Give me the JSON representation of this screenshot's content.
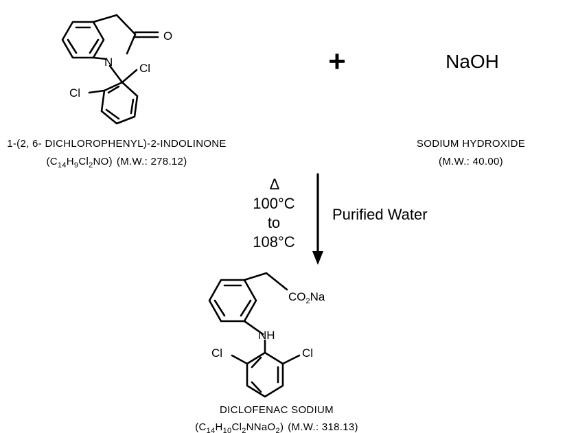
{
  "reactant1": {
    "atoms": {
      "oxygen": "O",
      "nitrogen": "N",
      "chlorine_top": "Cl",
      "chlorine_left": "Cl"
    },
    "name": "1-(2, 6- DICHLOROPHENYL)-2-INDOLINONE",
    "formula": {
      "open": "(C",
      "n1": "14",
      "h": "H",
      "n2": "9",
      "cl": "Cl",
      "n3": "2",
      "rest": "NO)",
      "mw": "(M.W.: 278.12)"
    }
  },
  "plus": "+",
  "reactant2": {
    "formula_text": "NaOH",
    "name": "SODIUM HYDROXIDE",
    "mw": "(M.W.: 40.00)"
  },
  "conditions": {
    "heat_symbol": "Δ",
    "temp_low": "100°C",
    "to": "to",
    "temp_high": "108°C",
    "solvent": "Purified Water"
  },
  "product": {
    "atoms": {
      "carboxylate_co": "CO",
      "co_sub": "2",
      "carboxylate_na": "Na",
      "amine": "NH",
      "chlorine_left": "Cl",
      "chlorine_right": "Cl"
    },
    "name": "DICLOFENAC SODIUM",
    "formula": {
      "open": "(C",
      "n1": "14",
      "h": "H",
      "n2": "10",
      "cl": "Cl",
      "n3": "2",
      "mid": "NNaO",
      "n4": "2",
      "close": ")",
      "mw": "(M.W.: 318.13)"
    }
  },
  "colors": {
    "ink": "#000000",
    "background": "#ffffff"
  }
}
